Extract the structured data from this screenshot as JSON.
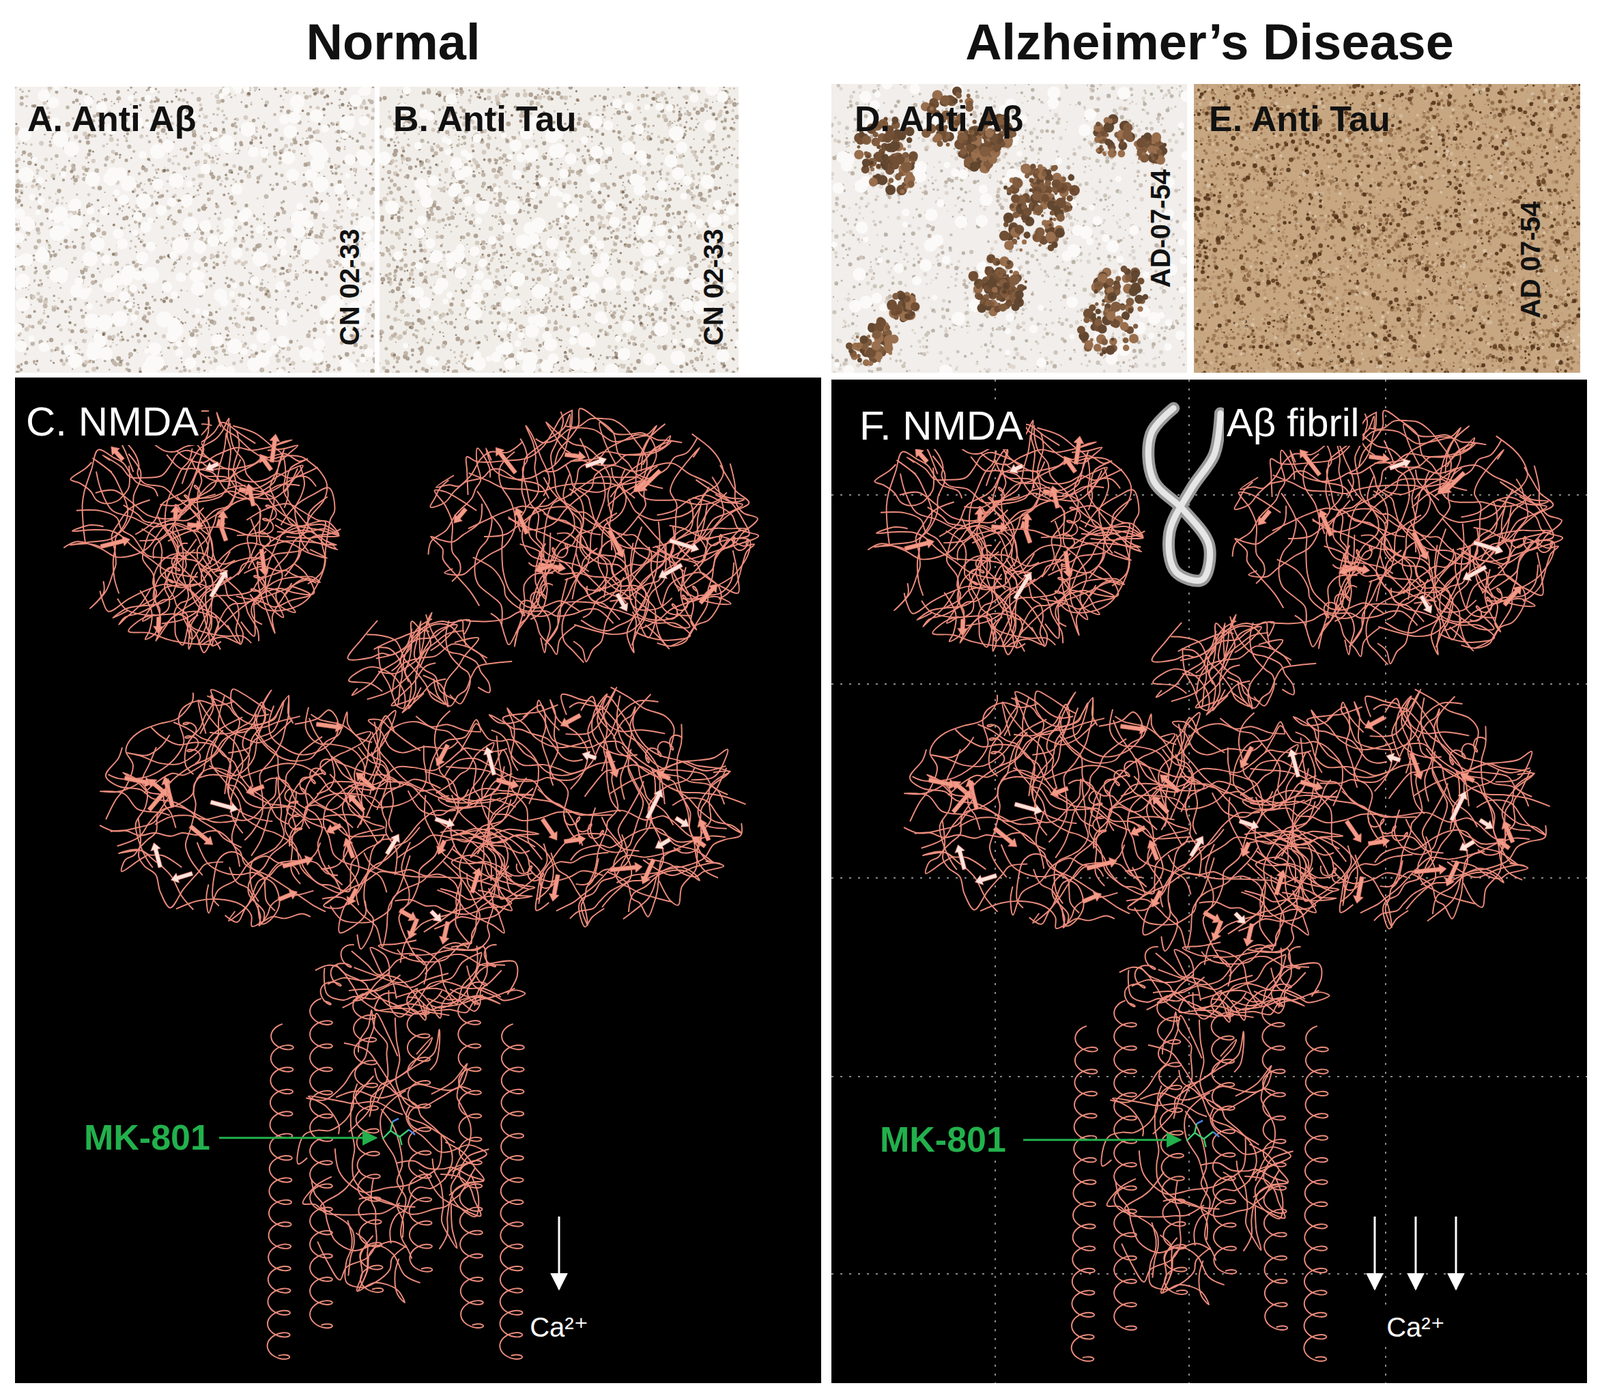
{
  "diagram": {
    "nodes": [
      {
        "text": [
          "A. Anti Aβ",
          "CN 02-33"
        ]
      },
      {
        "text": [
          "B. Anti Tau",
          "CN 02-33"
        ]
      },
      {
        "text": [
          "D. Anti Aβ",
          "AD-07-54"
        ]
      },
      {
        "text": [
          "E. Anti Tau",
          "AD 07-54"
        ]
      },
      {
        "text": [
          "C. NMDA",
          "MK-801",
          "Ca²⁺"
        ]
      },
      {
        "text": [
          "F. NMDA",
          "Aβ fibril",
          "MK-801",
          "Ca²⁺"
        ]
      }
    ],
    "labels": [
      "Normal",
      "Alzheimer’s Disease"
    ]
  }
}
